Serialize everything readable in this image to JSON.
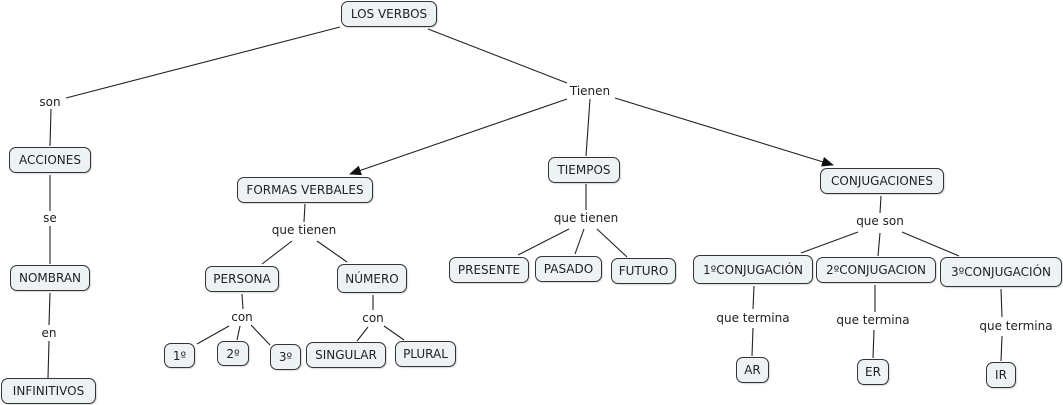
{
  "map_title": "LOS VERBOS",
  "concepts": {
    "los_verbos": "LOS VERBOS",
    "acciones": "ACCIONES",
    "nombran": "NOMBRAN",
    "infinitivos": "INFINITIVOS",
    "formas_verbales": "FORMAS VERBALES",
    "tiempos": "TIEMPOS",
    "conjugaciones": "CONJUGACIONES",
    "persona": "PERSONA",
    "numero": "NÚMERO",
    "primera": "1º",
    "segunda": "2º",
    "tercera": "3º",
    "singular": "SINGULAR",
    "plural": "PLURAL",
    "presente": "PRESENTE",
    "pasado": "PASADO",
    "futuro": "FUTURO",
    "conj1": "1ºCONJUGACIÓN",
    "conj2": "2ºCONJUGACION",
    "conj3": "3ºCONJUGACIÓN",
    "ar": "AR",
    "er": "ER",
    "ir": "IR"
  },
  "linking_phrases": {
    "son": "son",
    "se": "se",
    "en": "en",
    "tienen": "Tienen",
    "que_tienen_fv": "que tienen",
    "con_persona": "con",
    "con_numero": "con",
    "que_tienen_tiempos": "que tienen",
    "que_son": "que son",
    "que_termina_1": "que termina",
    "que_termina_2": "que termina",
    "que_termina_3": "que termina"
  },
  "colors": {
    "node_fill": "#edf2f5",
    "node_border": "#333333",
    "line": "#222222"
  }
}
